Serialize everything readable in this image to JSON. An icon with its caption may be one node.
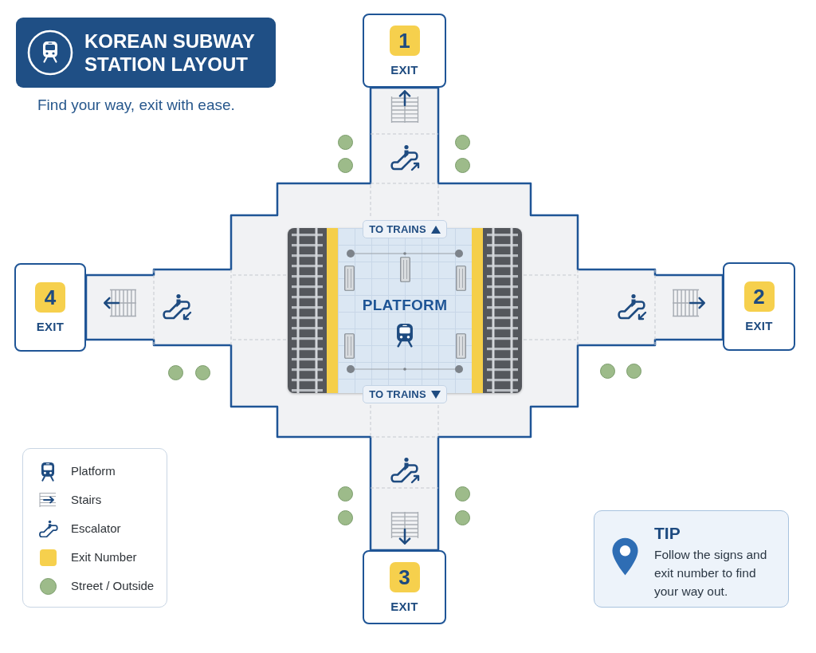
{
  "diagram": {
    "title": "KOREAN SUBWAY STATION LAYOUT",
    "nodes": [
      {
        "text": [
          "1",
          "EXIT"
        ]
      },
      {
        "text": [
          "TO TRAINS"
        ]
      },
      {
        "text": [
          "4",
          "EXIT"
        ]
      },
      {
        "text": [
          "PLATFORM"
        ]
      },
      {
        "text": [
          "2",
          "EXIT"
        ]
      },
      {
        "text": [
          "TO TRAINS"
        ]
      },
      {
        "text": [
          "3",
          "EXIT"
        ]
      },
      {
        "text": [
          "TIP",
          "Follow the signs and exit number to find your way out."
        ]
      }
    ],
    "labels": [
      "Find your way, exit with ease."
    ],
    "legend": [
      {
        "text": "Platform"
      },
      {
        "text": "Stairs"
      },
      {
        "text": "Escalator"
      },
      {
        "text": "Exit Number",
        "color": "#f6d04d"
      },
      {
        "text": "Street / Outside",
        "color": "#9dbb8a"
      }
    ]
  }
}
